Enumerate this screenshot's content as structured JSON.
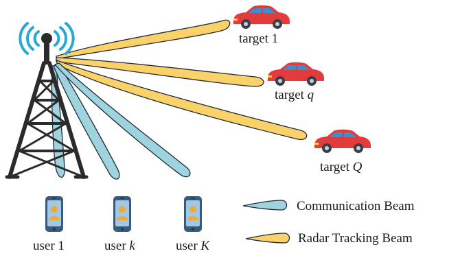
{
  "targets": [
    {
      "prefix": "target ",
      "index": "1"
    },
    {
      "prefix": "target ",
      "index": "q"
    },
    {
      "prefix": "target ",
      "index": "Q"
    }
  ],
  "users": [
    {
      "prefix": "user ",
      "index": "1"
    },
    {
      "prefix": "user ",
      "index": "k"
    },
    {
      "prefix": "user ",
      "index": "K"
    }
  ],
  "legend": {
    "communication": "Communication Beam",
    "radar": "Radar Tracking Beam"
  },
  "colors": {
    "communication_beam": "#9fd3de",
    "radar_beam": "#fbd26a",
    "beam_outline": "#1e2a3a",
    "tower": "#2b2b2b",
    "signal_waves": "#27a8d6",
    "car_body": "#e23b3b",
    "car_window": "#3a8fd1",
    "phone_body": "#3a5a7a",
    "phone_screen": "#9ec9e8",
    "phone_avatar": "#f0a838"
  }
}
